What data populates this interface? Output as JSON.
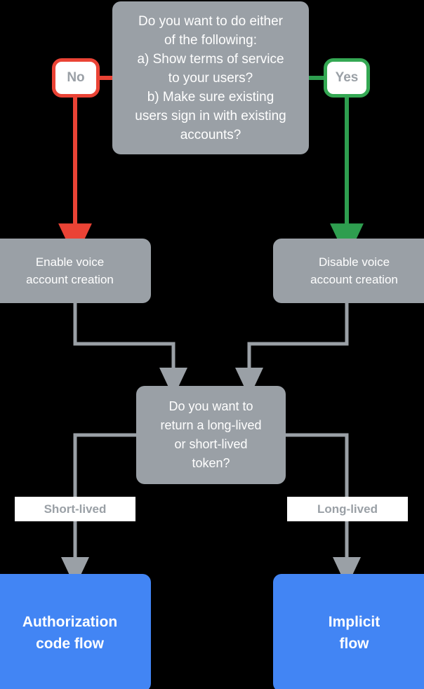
{
  "diagram": {
    "title": "Account linking flow decision chart",
    "background_color": "#000000",
    "colors": {
      "node_gray": "#9aa0a6",
      "node_blue": "#4285f4",
      "no_accent": "#ea4335",
      "yes_accent": "#34a853",
      "connector_gray": "#9aa0a6",
      "text_white": "#ffffff",
      "label_background": "#ffffff"
    },
    "nodes": {
      "decision_top": {
        "text": "Do you want to do either\nof the following:\na) Show terms of service\nto your users?\nb) Make sure existing\nusers sign in with existing\naccounts?",
        "type": "decision"
      },
      "badge_no": {
        "text": "No",
        "type": "branch-badge"
      },
      "badge_yes": {
        "text": "Yes",
        "type": "branch-badge"
      },
      "enable": {
        "text": "Enable voice\naccount creation",
        "type": "action"
      },
      "disable": {
        "text": "Disable voice\naccount creation",
        "type": "action"
      },
      "decision_bottom": {
        "text": "Do you want to\nreturn a long-lived\nor short-lived\ntoken?",
        "type": "decision"
      },
      "label_short": {
        "text": "Short-lived",
        "type": "edge-label"
      },
      "label_long": {
        "text": "Long-lived",
        "type": "edge-label"
      },
      "auth_flow": {
        "text": "Authorization\ncode flow",
        "type": "terminal"
      },
      "implicit_flow": {
        "text": "Implicit\nflow",
        "type": "terminal"
      }
    }
  }
}
